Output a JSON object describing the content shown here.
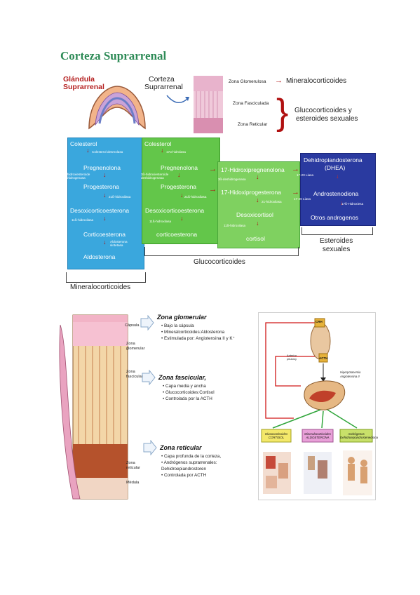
{
  "page": {
    "title": "Corteza Suprarrenal"
  },
  "fig1": {
    "gland_label_1": "Glándula",
    "gland_label_2": "Suprarrenal",
    "cortex_label_1": "Corteza",
    "cortex_label_2": "Suprarrenal",
    "zone_glomerulosa": "Zona Glomerulosa",
    "zone_fasciculada": "Zona Fasciculada",
    "zone_reticular": "Zona Reticular",
    "out_mineralo": "Mineralocorticoides",
    "out_gluco_1": "Glucocorticoides y",
    "out_gluco_2": "esteroides sexuales",
    "col1": {
      "s1": "Colesterol",
      "e1": "Colesterol desmolasa",
      "s2": "Pregnenolona",
      "e2": "3ß-hidroxiesteroide deshidrogenasa",
      "s3": "Progesterona",
      "e3": "21ß-hidroxilasa",
      "s4": "Desoxicorticoesterona",
      "e4": "11ß-hidroxilasa",
      "s5": "Corticoesterona",
      "e5": "Aldosterona sintetasa",
      "s6": "Aldosterona"
    },
    "col2": {
      "s1": "Colesterol",
      "e1": "17α-hidrolasa",
      "s2": "Pregnenolona",
      "e2": "3ß-hidroxiesteroide deshidrogenasa",
      "s3": "Progesterona",
      "e3": "21ß-hidroxilasa",
      "s4": "Desoxicorticoesterona",
      "e4": "11ß-hidroxilasa",
      "s5": "corticoesterona"
    },
    "col3": {
      "s1": "17-Hidroxipregnenolona",
      "e1": "3ß-deshidrogenasa",
      "s2": "17-Hidoxiprogesterona",
      "e2": "21-hidroxilasa",
      "s3": "Desoxicortisol",
      "e3": "11ß-hidroxilasa",
      "s4": "cortisol"
    },
    "col4": {
      "s1": "Dehidropiandosterona",
      "s1b": "(DHEA)",
      "e1": "17-20 Liasa",
      "s2": "Androstenodiona",
      "e2": "17-20 Liasa",
      "e3": "17ß-Hidroxiesa",
      "s3": "Otros androgenos"
    },
    "label_sexuales_1": "Esteroides",
    "label_sexuales_2": "sexuales",
    "label_gluco": "Glucocorticoides",
    "label_mineralo": "Mineralocorticoides"
  },
  "fig2": {
    "labels": {
      "capsula": "Cápsula",
      "glomerular": "Zona glomerular",
      "fascicular": "Zona fascicular",
      "reticular": "Zona reticular",
      "medula": "Médula"
    },
    "z1": {
      "title": "Zona glomerular",
      "b1": "Bajo la cápsula",
      "b2": "Mineralcorticoides:Aldosterona",
      "b3": "Estimulada por: Angiotensina II y K⁺"
    },
    "z2": {
      "title": "Zona fascicular,",
      "b1": "Capa media y ancha",
      "b2": "Glucocorticoides:Cortisol",
      "b3": "Controlada por la ACTH"
    },
    "z3": {
      "title": "Zona reticular",
      "b1": "Capa profunda de la corteza,",
      "b2": "Andrógenos suprarrenales: Dehidroepiandrostoren",
      "b3": "Controlada por ACTH"
    }
  },
  "fig3": {
    "crh": "CRH",
    "acth": "ACTH",
    "pituitary_1": "Anterior",
    "pituitary_2": "pituitary",
    "side_1": "Hiperpotasemia",
    "side_2": "Angiotensina II",
    "box1_1": "Glucocorticoides",
    "box1_2": "CORTISOL",
    "box2_1": "Mineralocorticoides",
    "box2_2": "ALDOSTERONA",
    "box3_1": "Andrógenos",
    "box3_2": "Dehidroepiandrostenediona"
  }
}
